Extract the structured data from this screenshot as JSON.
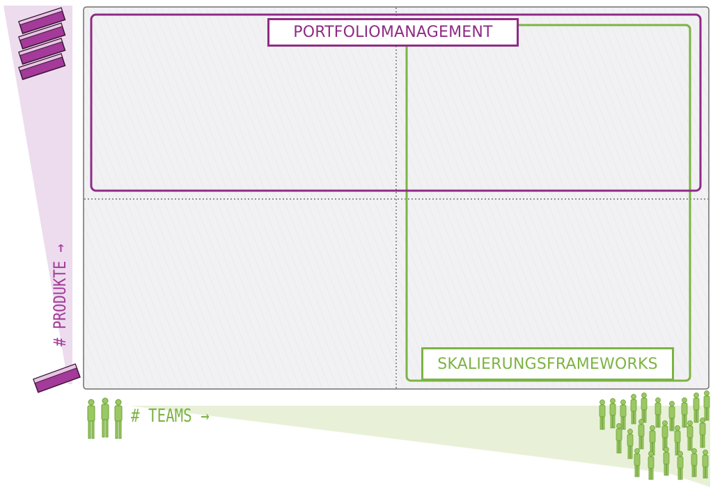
{
  "labels": {
    "top_area": "PORTFOLIOMANAGEMENT",
    "bottom_right_area": "SKALIERUNGSFRAMEWORKS"
  },
  "axes": {
    "y_label": "# PRODUKTE →",
    "x_label": "# TEAMS →"
  },
  "colors": {
    "purple": "#8e2a86",
    "purple_light": "#e8d8ec",
    "green": "#7cb342",
    "green_light": "#e7f0d6",
    "grid_fill": "#f1f1f3",
    "grid_border": "#7a7a7a"
  },
  "icons": {
    "top_left": "stacked-books-icon",
    "bottom_left": "single-book-icon",
    "bottom_left_people": "small-team-icon",
    "bottom_right_people": "large-crowd-icon"
  }
}
